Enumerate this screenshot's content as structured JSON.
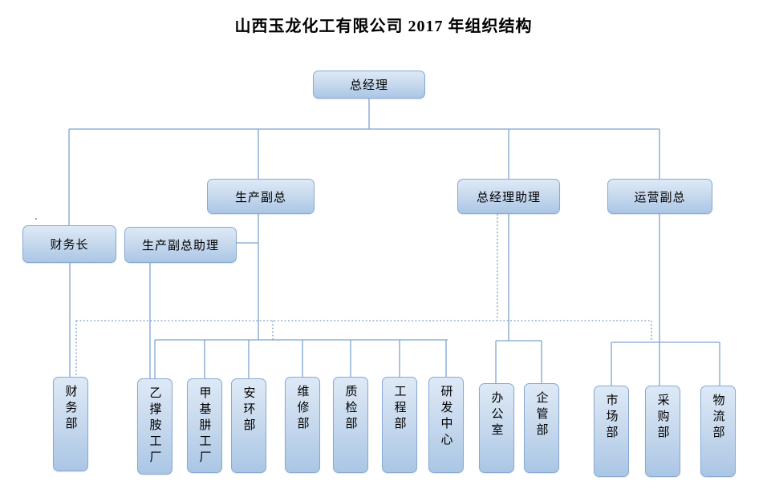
{
  "title": "山西玉龙化工有限公司 2017 年组织结构",
  "colors": {
    "box_fill_top": "#dde9f6",
    "box_fill_bottom": "#aac6e5",
    "box_border": "#89a9d3",
    "connector_line": "#7ea3cf",
    "dotted_line": "#8fa9cc",
    "text": "#000000",
    "background": "#ffffff"
  },
  "nodes": {
    "gm": {
      "label": "总经理"
    },
    "prod_vp": {
      "label": "生产副总"
    },
    "gm_assistant": {
      "label": "总经理助理"
    },
    "ops_vp": {
      "label": "运营副总"
    },
    "cfo": {
      "label": "财务长"
    },
    "prod_vp_assistant": {
      "label": "生产副总助理"
    },
    "finance": {
      "label": "财务部"
    },
    "ethyleneamine_plant": {
      "label": "乙撑胺工厂"
    },
    "methylhydrazine_plant": {
      "label": "甲基肼工厂"
    },
    "safety_env": {
      "label": "安环部"
    },
    "maintenance": {
      "label": "维修部"
    },
    "quality": {
      "label": "质检部"
    },
    "engineering": {
      "label": "工程部"
    },
    "rnd_center": {
      "label": "研发中心"
    },
    "office": {
      "label": "办公室"
    },
    "enterprise_mgmt": {
      "label": "企管部"
    },
    "marketing": {
      "label": "市场部"
    },
    "procurement": {
      "label": "采购部"
    },
    "logistics": {
      "label": "物流部"
    }
  },
  "edges": {
    "solid": [
      {
        "from": "gm",
        "to": [
          "cfo",
          "prod_vp",
          "gm_assistant",
          "ops_vp"
        ]
      },
      {
        "from": "cfo",
        "to": [
          "finance"
        ]
      },
      {
        "from": "prod_vp_assistant",
        "to": [
          "prod_vp",
          "ethyleneamine_plant"
        ]
      },
      {
        "from": "prod_vp",
        "to": [
          "ethyleneamine_plant",
          "methylhydrazine_plant",
          "safety_env",
          "maintenance",
          "quality",
          "engineering",
          "rnd_center"
        ]
      },
      {
        "from": "gm_assistant",
        "to": [
          "office",
          "enterprise_mgmt"
        ]
      },
      {
        "from": "ops_vp",
        "to": [
          "marketing",
          "procurement",
          "logistics"
        ]
      }
    ],
    "dotted": [
      {
        "from": "gm_assistant",
        "to": [
          "finance",
          "production_departments_hub",
          "operations_departments_hub"
        ]
      }
    ]
  }
}
